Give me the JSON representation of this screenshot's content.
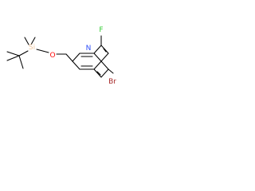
{
  "atoms": {
    "fluorine": {
      "label": "F",
      "color": "#33cc33"
    },
    "nitrogen": {
      "label": "N",
      "color": "#3050f8"
    },
    "bromine": {
      "label": "Br",
      "color": "#a62929"
    },
    "oxygen": {
      "label": "O",
      "color": "#ff0d0d"
    },
    "silicon": {
      "label": "Si",
      "color": "#f0c8a0"
    }
  }
}
